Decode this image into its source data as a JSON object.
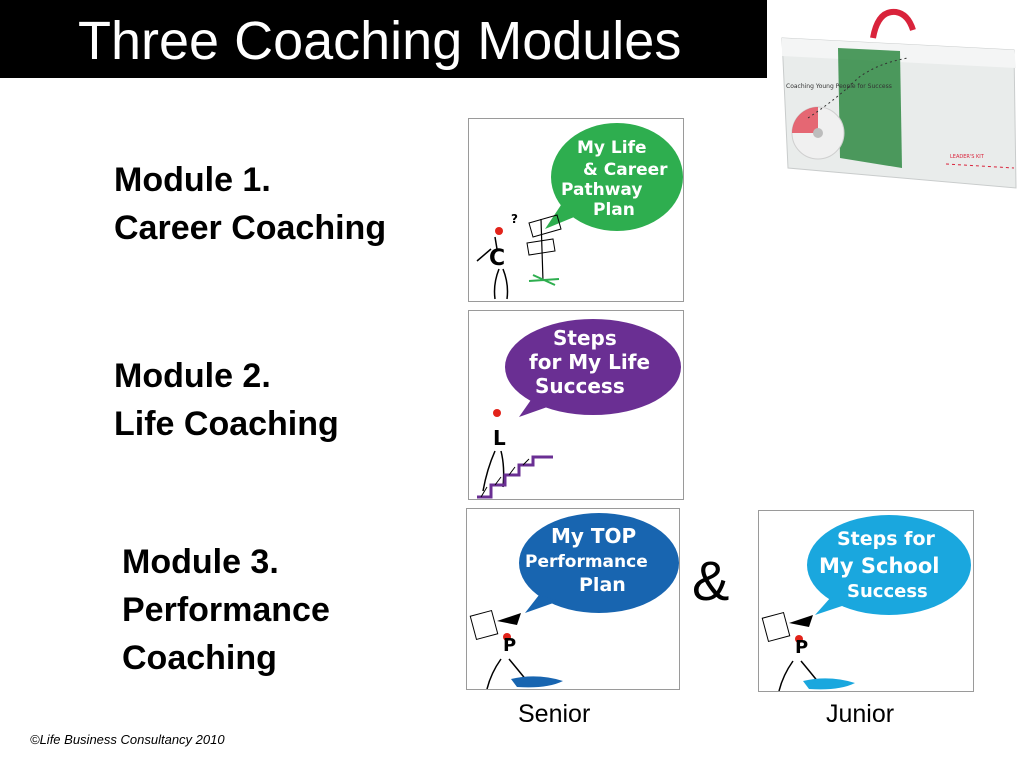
{
  "slide": {
    "title": "Three Coaching Modules",
    "footer": "©Life Business Consultancy 2010"
  },
  "modules": [
    {
      "line1": "Module 1.",
      "line2": "Career Coaching"
    },
    {
      "line1": "Module 2.",
      "line2": "Life Coaching"
    },
    {
      "line1": "Module 3.",
      "line2": "Performance",
      "line3": "Coaching"
    }
  ],
  "cards": {
    "career": {
      "lines": [
        "My Life",
        "& Career",
        "Pathway",
        "Plan"
      ],
      "letter": "C",
      "bubble_color": "#2eae4f"
    },
    "life": {
      "lines": [
        "Steps",
        "for My Life",
        "Success"
      ],
      "letter": "L",
      "bubble_color": "#6a2f93"
    },
    "senior": {
      "lines": [
        "My TOP",
        "Performance",
        "Plan"
      ],
      "letter": "P",
      "bubble_color": "#1865b0"
    },
    "junior": {
      "lines": [
        "Steps for",
        "My School",
        "Success"
      ],
      "letter": "P",
      "bubble_color": "#1aa7de"
    }
  },
  "captions": {
    "ampersand": "&",
    "senior": "Senior",
    "junior": "Junior"
  },
  "kit": {
    "line": "Coaching Young People for Success",
    "tag": "LEADER'S KIT",
    "accent": "#d9233b"
  }
}
